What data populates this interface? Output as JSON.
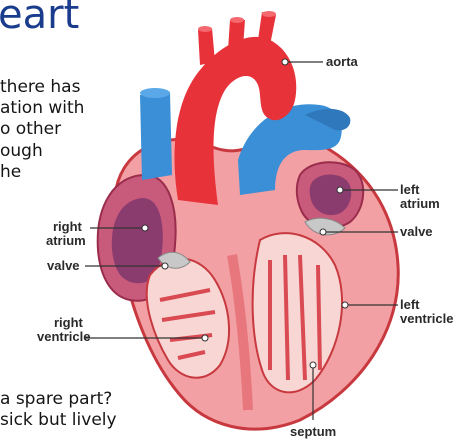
{
  "article": {
    "title": "eart",
    "paragraph_lines": [
      "there has",
      "ation with",
      "o other",
      "ough",
      "he"
    ],
    "bottom_lines": [
      "a spare part?",
      "sick but lively"
    ]
  },
  "diagram": {
    "labels": {
      "aorta": "aorta",
      "left_atrium_line1": "left",
      "left_atrium_line2": "atrium",
      "left_valve": "valve",
      "right_atrium_line1": "right",
      "right_atrium_line2": "atrium",
      "right_valve": "valve",
      "left_ventricle_line1": "left",
      "left_ventricle_line2": "ventricle",
      "right_ventricle_line1": "right",
      "right_ventricle_line2": "ventricle",
      "septum": "septum"
    },
    "colors": {
      "artery_red": "#e8323a",
      "vein_blue": "#3a8fd6",
      "heart_muscle": "#f2a0a4",
      "heart_outline": "#c8393f",
      "chamber_purple": "#8a3c6e",
      "valve_grey": "#c8c8c8",
      "interior_light": "#f8d6d4"
    }
  }
}
